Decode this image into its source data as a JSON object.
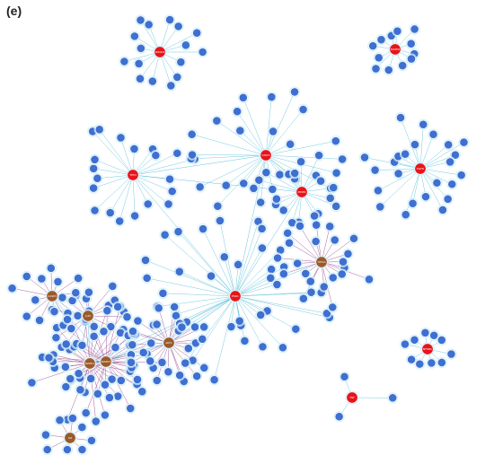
{
  "panel_label": "(e)",
  "colors": {
    "background": "#ffffff",
    "leaf_node": "#3f6fd1",
    "hub_red": "#e8141b",
    "hub_brown": "#9a5a2a",
    "edge_cyan": "#4bb9d6",
    "edge_purple": "#8a2f7d",
    "halo": "#c9ecf7"
  },
  "clusters": [
    {
      "hub": "SMAD4",
      "hub_color": "red",
      "leaves": 16
    },
    {
      "hub": "MAPK8",
      "hub_color": "red",
      "leaves": 12
    },
    {
      "hub": "TP53",
      "hub_color": "red",
      "leaves": 20
    },
    {
      "hub": "STAT3",
      "hub_color": "red",
      "leaves": 26
    },
    {
      "hub": "MMP9",
      "hub_color": "red",
      "leaves": 18
    },
    {
      "hub": "EGFR",
      "hub_color": "red",
      "leaves": 24
    },
    {
      "hub": "ESR1",
      "hub_color": "red",
      "leaves": 40
    },
    {
      "hub": "HIF1A",
      "hub_color": "brown",
      "leaves": 22
    },
    {
      "hub": "MAPK1",
      "hub_color": "brown",
      "leaves": 30
    },
    {
      "hub": "MAPK3",
      "hub_color": "brown",
      "leaves": 28
    },
    {
      "hub": "AKT1",
      "hub_color": "brown",
      "leaves": 26
    },
    {
      "hub": "JUN",
      "hub_color": "brown",
      "leaves": 16
    },
    {
      "hub": "CASP3",
      "hub_color": "brown",
      "leaves": 14
    },
    {
      "hub": "NFKB1",
      "hub_color": "red",
      "leaves": 10
    },
    {
      "hub": "IL6",
      "hub_color": "brown",
      "leaves": 8
    },
    {
      "hub": "TNF",
      "hub_color": "red",
      "leaves": 3
    }
  ]
}
